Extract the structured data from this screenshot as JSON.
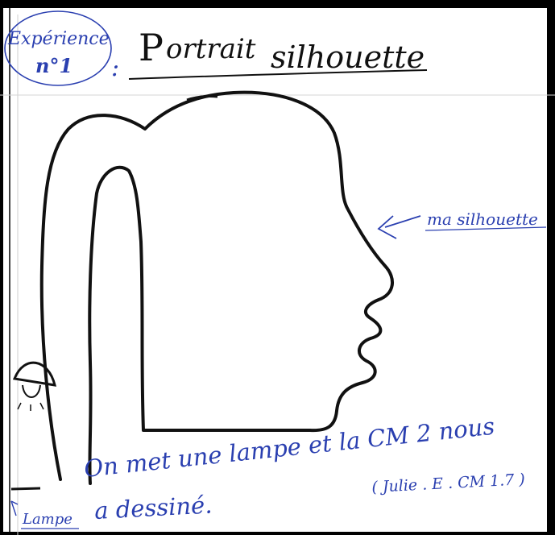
{
  "header": {
    "experience_line1": "Expérience",
    "experience_line2": "n°1",
    "separator": ":",
    "title_part1": "P",
    "title_part2": "ortrait",
    "title_part3": "silhouette"
  },
  "annotations": {
    "silhouette_label": "ma silhouette",
    "lamp_label": "Lampe"
  },
  "caption": {
    "line1": "On met une lampe et la CM 2 nous",
    "line2": "a dessiné.",
    "signature": "( Julie . E . CM 1.7 )"
  },
  "colors": {
    "ink_blue": "#2a3fb0",
    "ink_black": "#111111"
  }
}
